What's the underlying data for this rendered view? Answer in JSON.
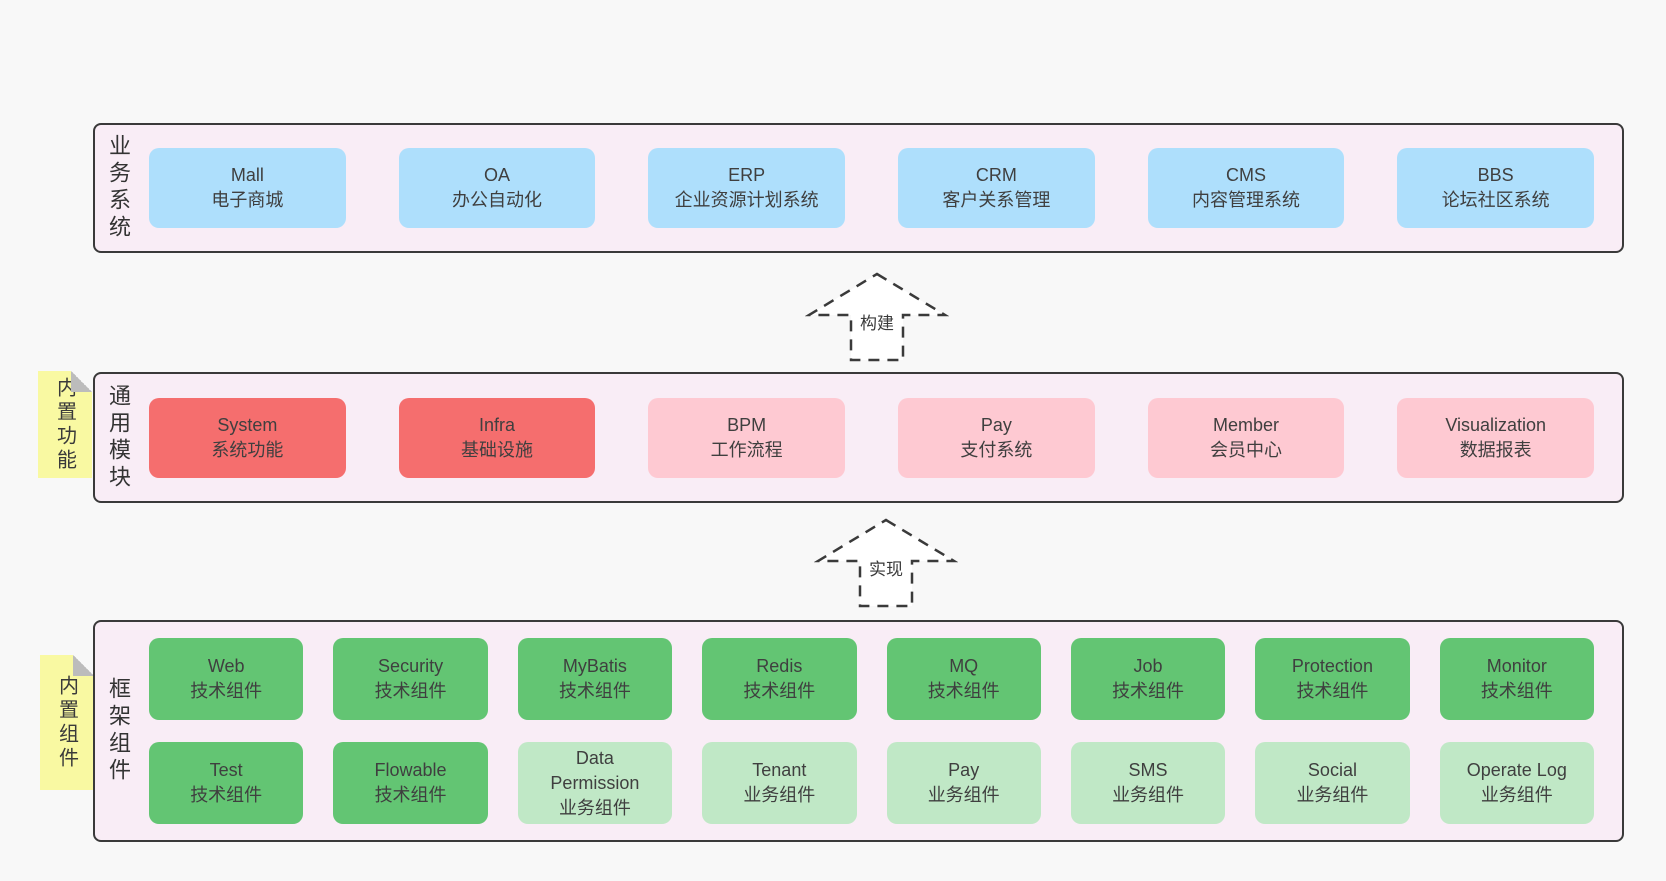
{
  "colors": {
    "page_bg": "#f8f8f8",
    "panel_bg": "#f9edf6",
    "panel_border": "#3a3a3a",
    "card_blue": "#aedffc",
    "card_red": "#f56e6e",
    "card_pink": "#fec9d2",
    "card_green": "#63c573",
    "card_green_light": "#c0e8c6",
    "sticky_yellow": "#f9f9a2",
    "sticky_fold_gray": "#bcbcbc",
    "text": "#3f3f3f"
  },
  "sections": {
    "business": {
      "title": "业务系统",
      "items": [
        {
          "name": "Mall",
          "desc": "电子商城"
        },
        {
          "name": "OA",
          "desc": "办公自动化"
        },
        {
          "name": "ERP",
          "desc": "企业资源计划系统"
        },
        {
          "name": "CRM",
          "desc": "客户关系管理"
        },
        {
          "name": "CMS",
          "desc": "内容管理系统"
        },
        {
          "name": "BBS",
          "desc": "论坛社区系统"
        }
      ]
    },
    "modules": {
      "sticky": "内置功能",
      "title": "通用模块",
      "items": [
        {
          "name": "System",
          "desc": "系统功能"
        },
        {
          "name": "Infra",
          "desc": "基础设施"
        },
        {
          "name": "BPM",
          "desc": "工作流程"
        },
        {
          "name": "Pay",
          "desc": "支付系统"
        },
        {
          "name": "Member",
          "desc": "会员中心"
        },
        {
          "name": "Visualization",
          "desc": "数据报表"
        }
      ]
    },
    "components": {
      "sticky": "内置组件",
      "title": "框架组件",
      "row1": [
        {
          "name": "Web",
          "desc": "技术组件"
        },
        {
          "name": "Security",
          "desc": "技术组件"
        },
        {
          "name": "MyBatis",
          "desc": "技术组件"
        },
        {
          "name": "Redis",
          "desc": "技术组件"
        },
        {
          "name": "MQ",
          "desc": "技术组件"
        },
        {
          "name": "Job",
          "desc": "技术组件"
        },
        {
          "name": "Protection",
          "desc": "技术组件"
        },
        {
          "name": "Monitor",
          "desc": "技术组件"
        }
      ],
      "row2": [
        {
          "name": "Test",
          "desc": "技术组件"
        },
        {
          "name": "Flowable",
          "desc": "技术组件"
        },
        {
          "name": "Data Permission",
          "desc": "业务组件"
        },
        {
          "name": "Tenant",
          "desc": "业务组件"
        },
        {
          "name": "Pay",
          "desc": "业务组件"
        },
        {
          "name": "SMS",
          "desc": "业务组件"
        },
        {
          "name": "Social",
          "desc": "业务组件"
        },
        {
          "name": "Operate Log",
          "desc": "业务组件"
        }
      ]
    }
  },
  "arrows": {
    "build": {
      "label": "构建"
    },
    "implement": {
      "label": "实现"
    }
  }
}
